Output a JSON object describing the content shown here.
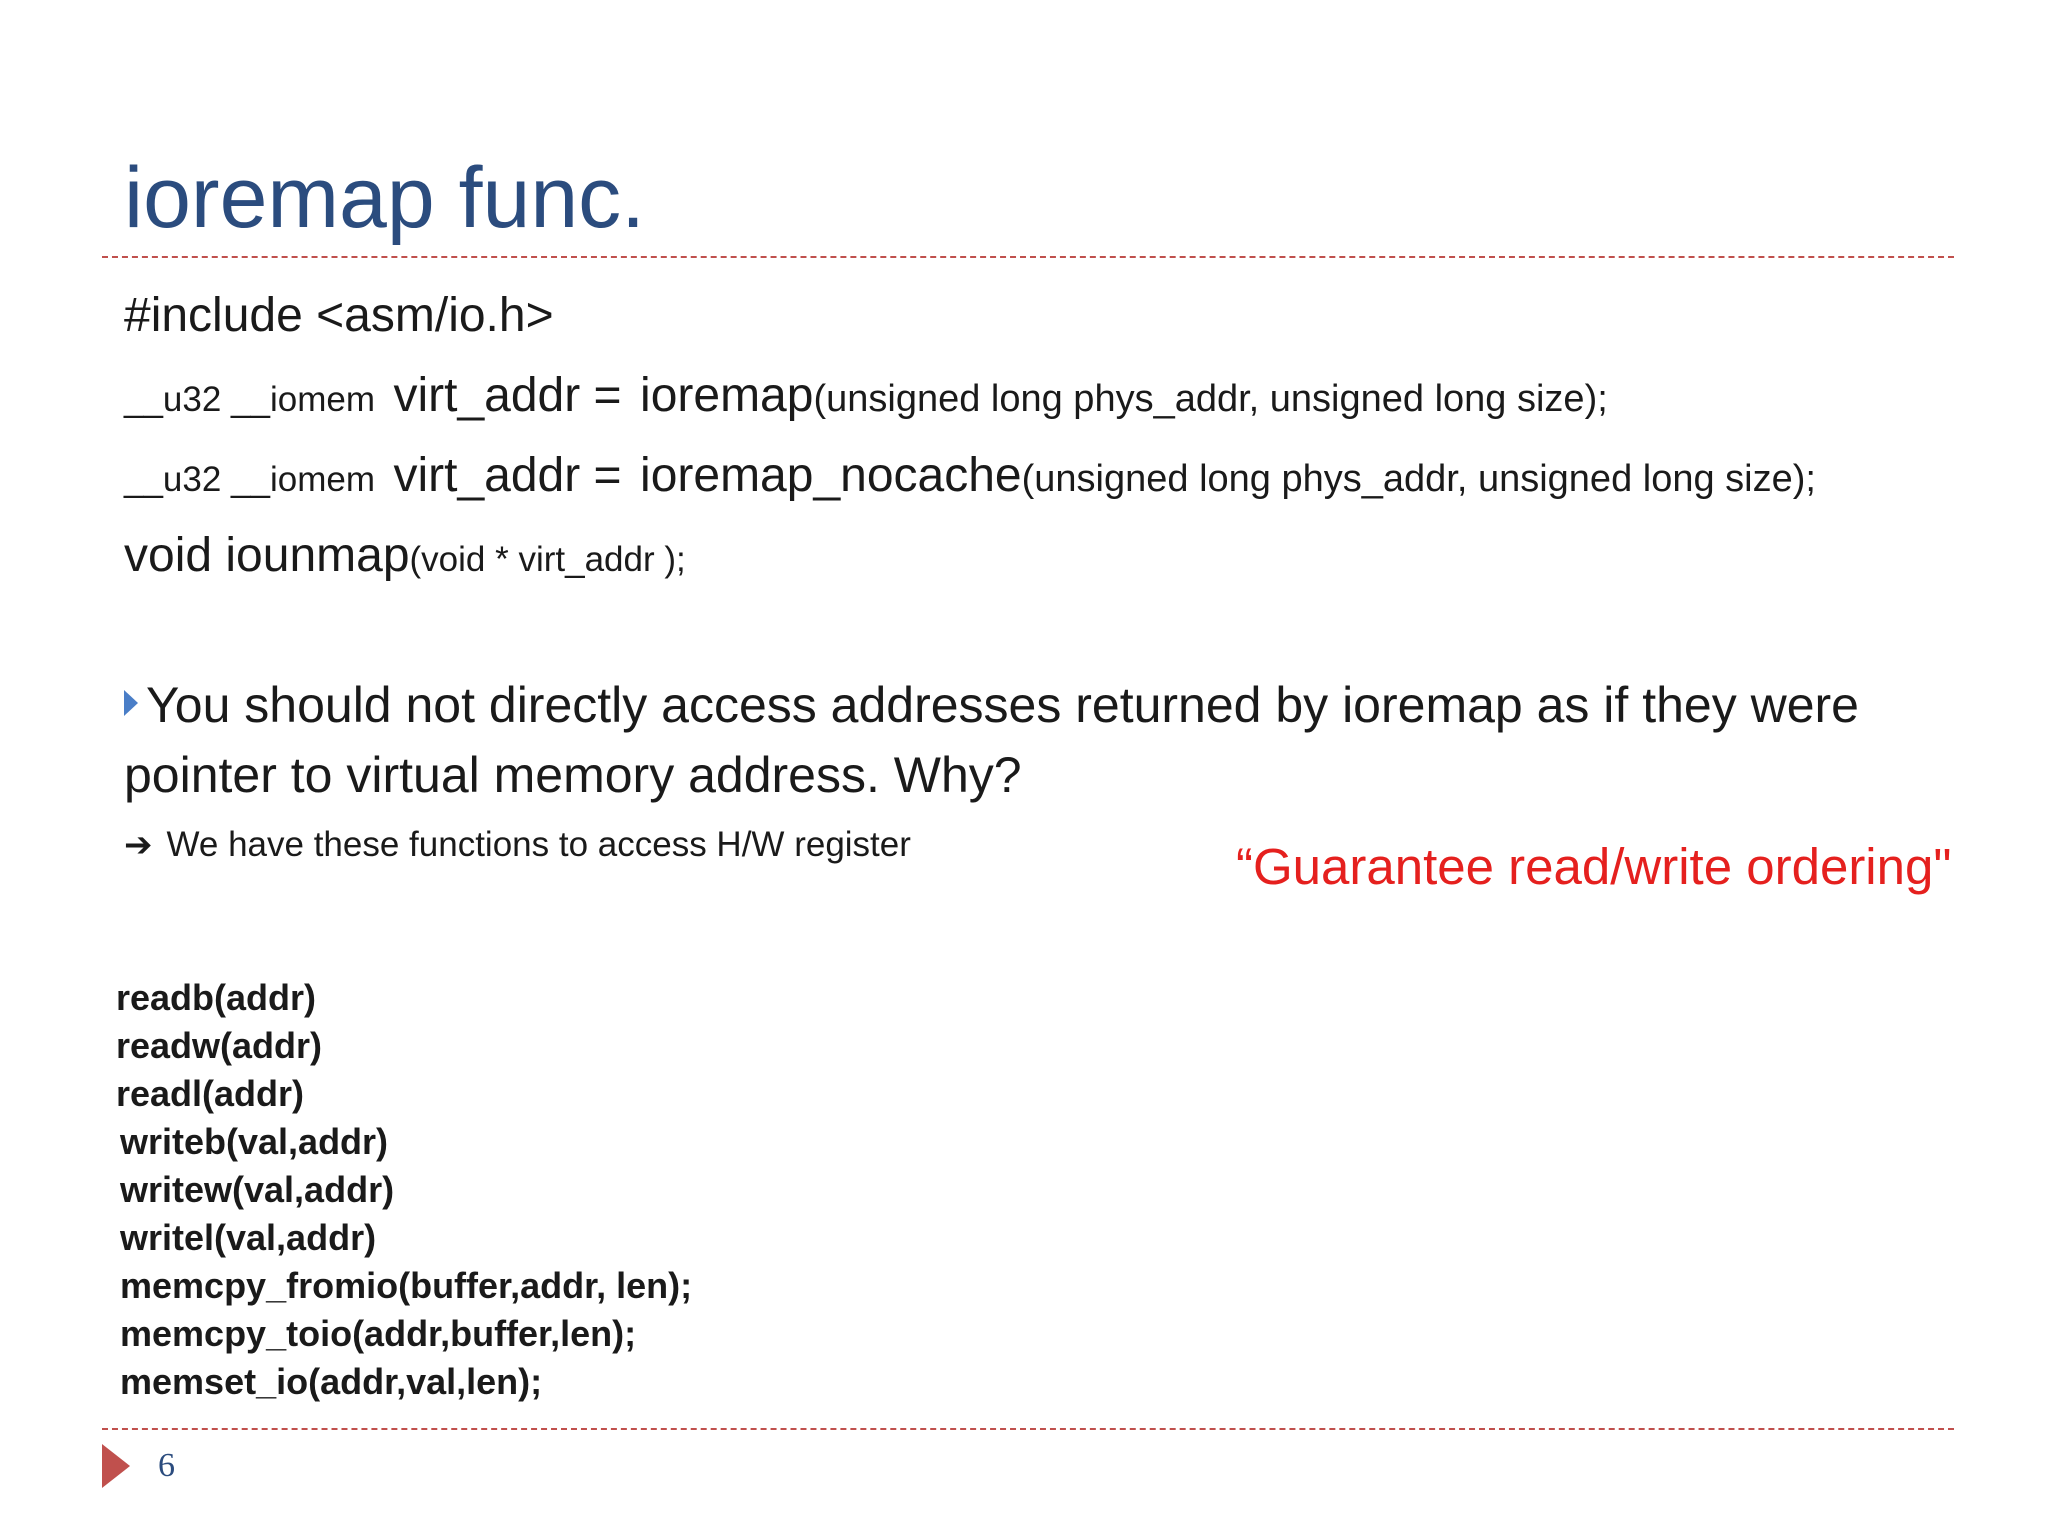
{
  "slide": {
    "title": "ioremap func.",
    "code": {
      "include": "#include <asm/io.h>",
      "line1": {
        "prefix": "__u32 __iomem",
        "var": "virt_addr =",
        "func": "ioremap",
        "args": "(unsigned long phys_addr, unsigned long size);"
      },
      "line2": {
        "prefix": "__u32 __iomem",
        "var": "virt_addr  =",
        "func": "ioremap_nocache",
        "args": "(unsigned long phys_addr, unsigned long size);"
      },
      "line3": {
        "func": "void iounmap",
        "args": "(void * virt_addr );"
      }
    },
    "bullet": "You should not directly access addresses returned by ioremap as if they were pointer to virtual memory address. Why?",
    "sub": {
      "arrow": "➔",
      "text": "We have these functions to access H/W register"
    },
    "quote": "“Guarantee  read/write ordering\"",
    "functions": [
      "readb(addr)",
      "readw(addr)",
      "readl(addr)",
      "writeb(val,addr)",
      "writew(val,addr)",
      "writel(val,addr)",
      "memcpy_fromio(buffer,addr, len);",
      "memcpy_toio(addr,buffer,len);",
      "memset_io(addr,val,len);"
    ],
    "page_number": "6",
    "colors": {
      "title": "#2b4c7e",
      "rule": "#c0504d",
      "quote": "#e5201e",
      "bullet_marker": "#4a7ec7"
    }
  }
}
